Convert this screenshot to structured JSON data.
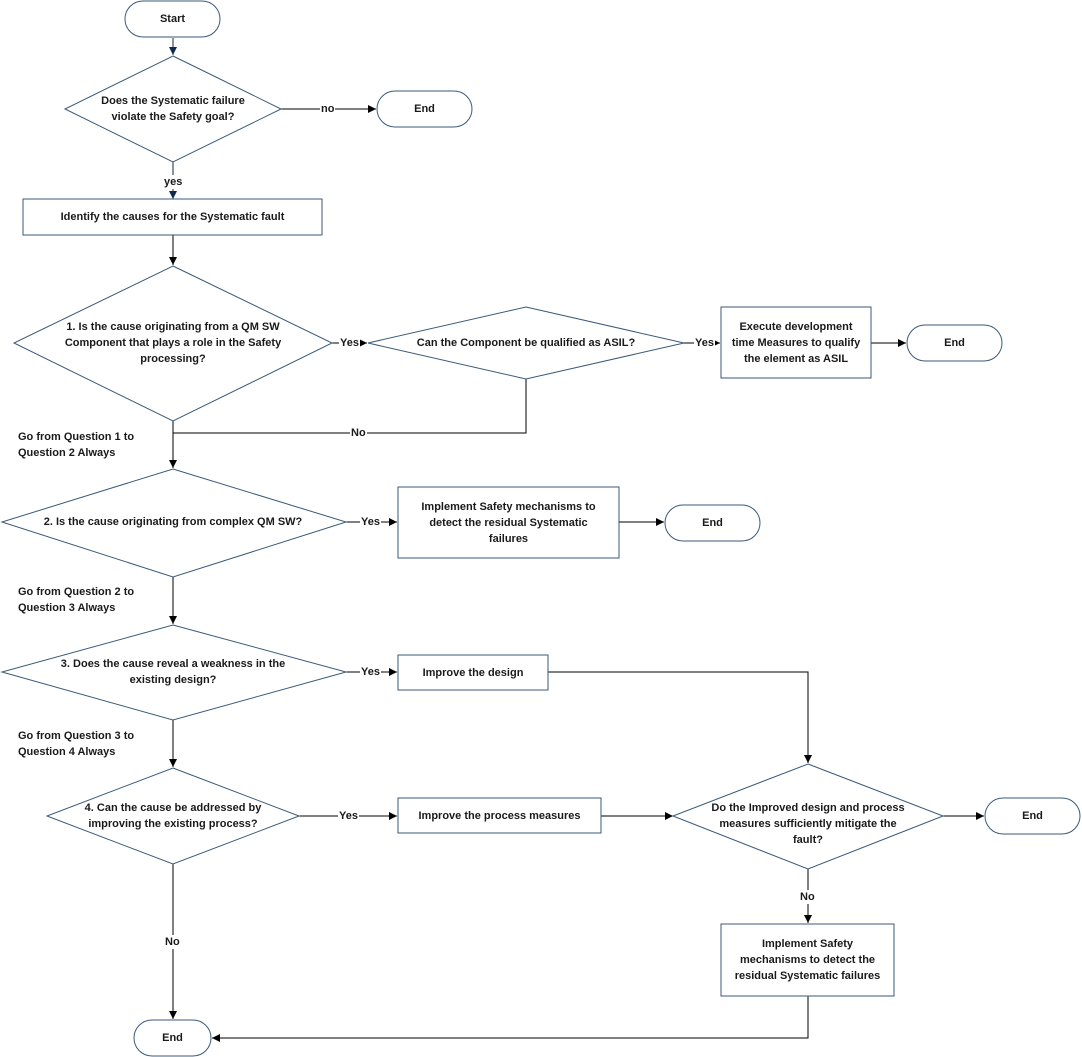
{
  "colors": {
    "stroke": "#3a5a7a",
    "fill": "#ffffff",
    "text": "#1a1a1a",
    "line": "#000000",
    "arrow_dark": "#0f2a4a"
  },
  "nodes": {
    "start": "Start",
    "end_1": "End",
    "end_2": "End",
    "end_3": "End",
    "end_4": "End",
    "end_5": "End",
    "q_violate": "Does the Systematic failure\nviolate the Safety goal?",
    "identify": "Identify the causes for the Systematic fault",
    "q1": "1. Is the cause originating from a QM SW\nComponent that plays a role in the Safety\nprocessing?",
    "q_asil": "Can the Component be qualified as ASIL?",
    "execute": "Execute development\ntime Measures to qualify\nthe element as ASIL",
    "q2": "2. Is the cause originating from complex QM SW?",
    "implement_1": "Implement Safety mechanisms to\ndetect the residual Systematic\nfailures",
    "q3": "3. Does the cause reveal a weakness in the\nexisting design?",
    "improve_design": "Improve the design",
    "q4": "4. Can the cause be addressed by\nimproving the existing process?",
    "improve_process": "Improve the process measures",
    "q_mitigate": "Do the Improved design and process\nmeasures sufficiently mitigate the\nfault?",
    "implement_2": "Implement Safety\nmechanisms to detect the\nresidual Systematic failures"
  },
  "edge_labels": {
    "no_1": "no",
    "yes_1": "yes",
    "yes_q1": "Yes",
    "yes_asil": "Yes",
    "no_asil": "No",
    "yes_q2": "Yes",
    "yes_q3": "Yes",
    "yes_q4": "Yes",
    "no_q4": "No",
    "no_mitigate": "No"
  },
  "notes": {
    "q1_to_q2": "Go from Question 1 to\nQuestion 2 Always",
    "q2_to_q3": "Go from Question 2  to\nQuestion 3 Always",
    "q3_to_q4": "Go from Question 3 to\nQuestion 4 Always"
  }
}
